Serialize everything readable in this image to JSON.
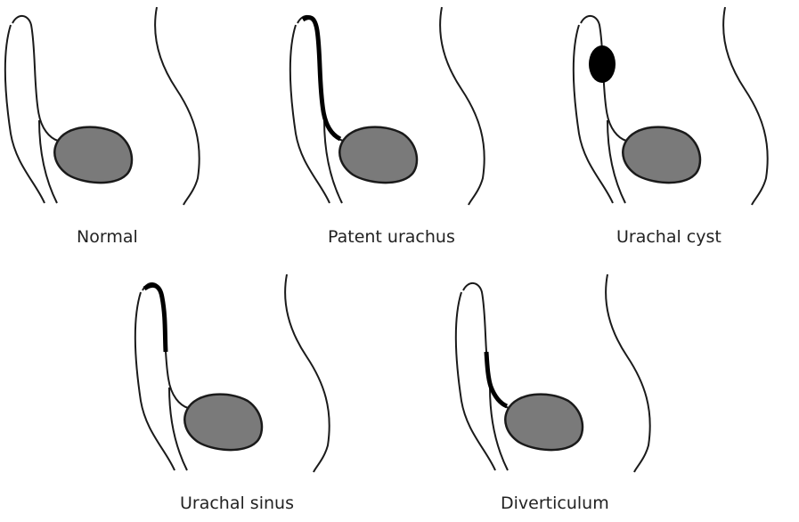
{
  "figure": {
    "panels": [
      {
        "id": "normal",
        "label": "Normal"
      },
      {
        "id": "patent",
        "label": "Patent urachus"
      },
      {
        "id": "cyst",
        "label": "Urachal cyst"
      },
      {
        "id": "sinus",
        "label": "Urachal sinus"
      },
      {
        "id": "divert",
        "label": "Diverticulum"
      }
    ]
  },
  "colors": {
    "outline": "#1a1a1a",
    "bladder_fill": "#7a7a7a",
    "cyst_fill": "#000000",
    "background": "#ffffff"
  }
}
